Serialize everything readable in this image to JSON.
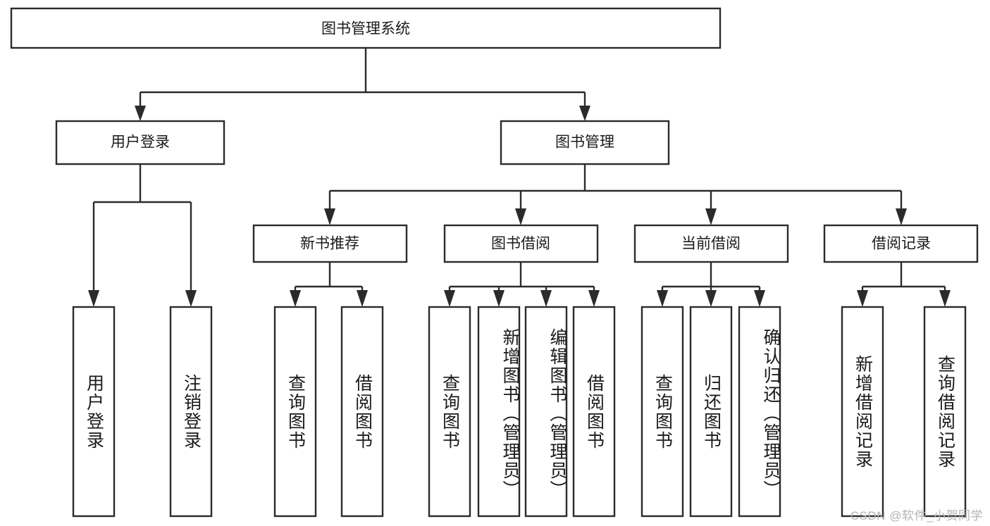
{
  "diagram": {
    "title": "图书管理系统",
    "type": "tree-hierarchy",
    "background_color": "#ffffff",
    "line_color": "#2b2b2b",
    "text_color": "#1a1a1a",
    "watermark": "CSDN @软件_小贺同学",
    "root": {
      "label": "图书管理系统"
    },
    "level2": [
      {
        "label": "用户登录"
      },
      {
        "label": "图书管理"
      }
    ],
    "level3": [
      {
        "label": "新书推荐"
      },
      {
        "label": "图书借阅"
      },
      {
        "label": "当前借阅"
      },
      {
        "label": "借阅记录"
      }
    ],
    "leaves": {
      "user_login": [
        {
          "label": "用户登录"
        },
        {
          "label": "注销登录"
        }
      ],
      "new_book_recommend": [
        {
          "label": "查询图书"
        },
        {
          "label": "借阅图书"
        }
      ],
      "book_borrow": [
        {
          "label": "查询图书"
        },
        {
          "label": "新增图书（管理员）"
        },
        {
          "label": "编辑图书（管理员）"
        },
        {
          "label": "借阅图书"
        }
      ],
      "current_borrow": [
        {
          "label": "查询图书"
        },
        {
          "label": "归还图书"
        },
        {
          "label": "确认归还（管理员）"
        }
      ],
      "borrow_record": [
        {
          "label": "新增借阅记录"
        },
        {
          "label": "查询借阅记录"
        }
      ]
    }
  }
}
